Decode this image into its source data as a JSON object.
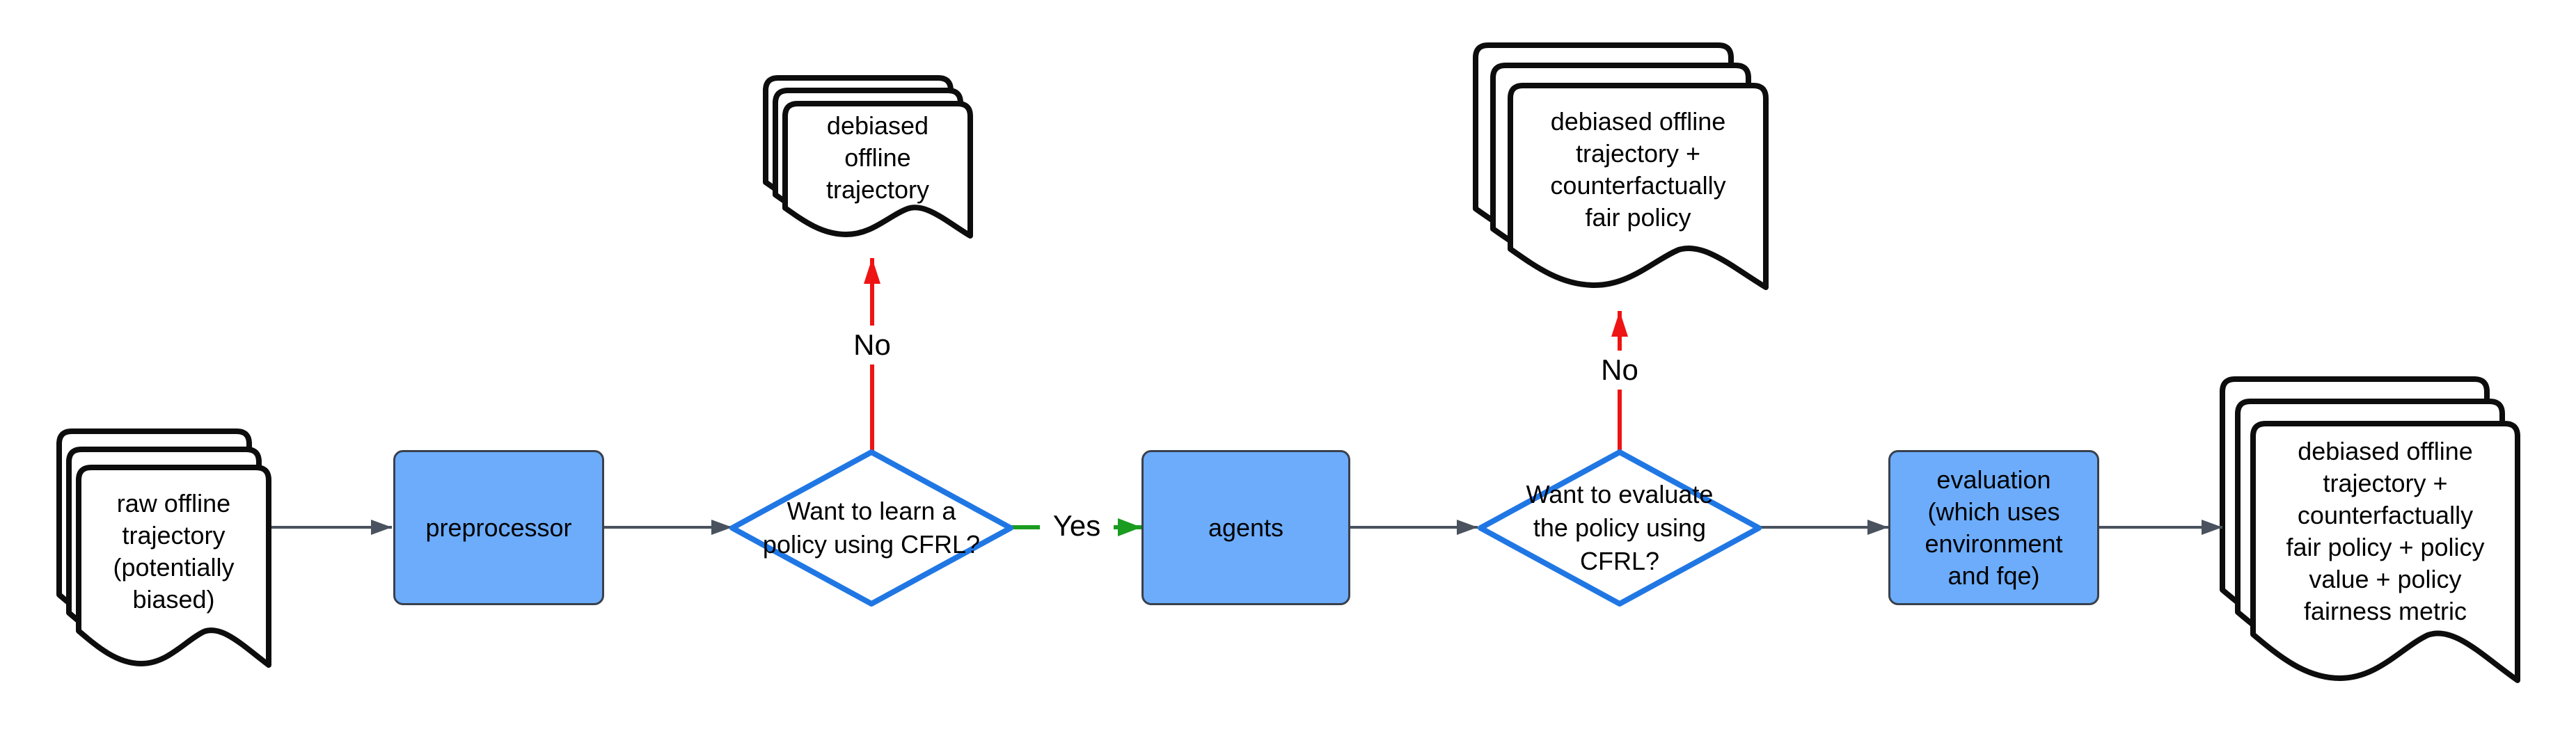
{
  "diagram": {
    "nodes": {
      "raw_doc": {
        "lines": [
          "raw offline",
          "trajectory",
          "(potentially",
          "biased)"
        ]
      },
      "preprocessor": {
        "label": "preprocessor"
      },
      "learn_decision": {
        "lines": [
          "Want to learn a",
          "policy using CFRL?"
        ]
      },
      "debiased_doc": {
        "lines": [
          "debiased",
          "offline",
          "trajectory"
        ]
      },
      "agents": {
        "label": "agents"
      },
      "evaluate_decision": {
        "lines": [
          "Want to evaluate",
          "the policy using",
          "CFRL?"
        ]
      },
      "policy_doc": {
        "lines": [
          "debiased offline",
          "trajectory +",
          "counterfactually",
          "fair policy"
        ]
      },
      "evaluation": {
        "lines": [
          "evaluation",
          "(which uses",
          "environment",
          "and fqe)"
        ]
      },
      "final_doc": {
        "lines": [
          "debiased offline",
          "trajectory +",
          "counterfactually",
          "fair policy + policy",
          "value + policy",
          "fairness metric"
        ]
      }
    },
    "edge_labels": {
      "yes": "Yes",
      "no_learn": "No",
      "no_evaluate": "No"
    },
    "colors": {
      "process_fill": "#6CACFB",
      "process_border": "#39414D",
      "decision_border": "#2077E4",
      "connector": "#49525E",
      "no_branch": "#EE1414",
      "yes_branch": "#1A9C20",
      "document_outline": "#0D0D0D",
      "text": "#000000",
      "background": "#FFFFFF"
    }
  }
}
